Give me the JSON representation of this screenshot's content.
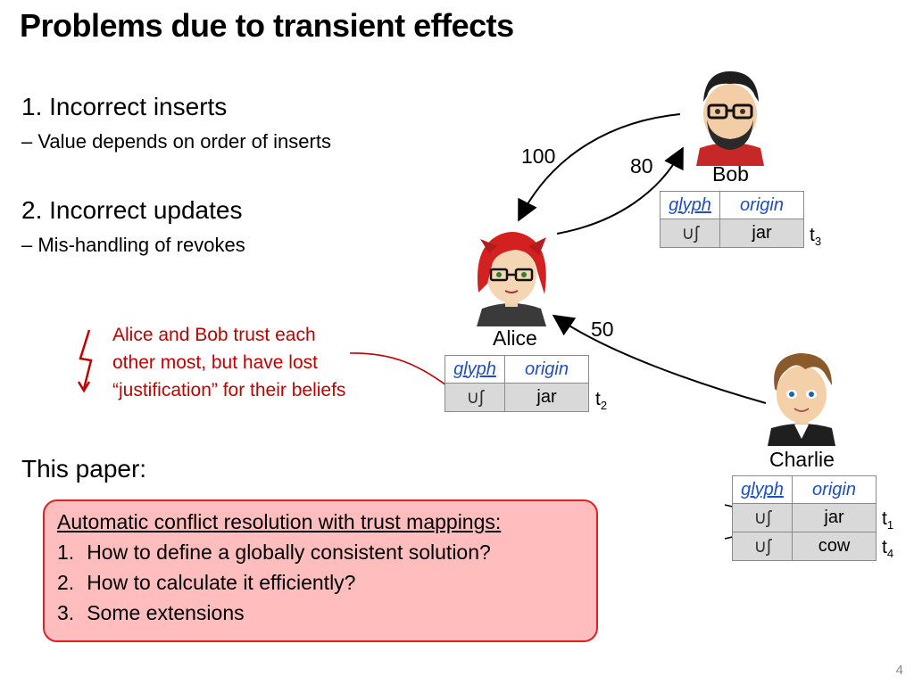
{
  "title": "Problems due to transient effects",
  "problems": [
    {
      "heading": "1. Incorrect inserts",
      "detail": "Value depends on order of inserts"
    },
    {
      "heading": "2. Incorrect updates",
      "detail": "Mis-handling of revokes"
    }
  ],
  "note": {
    "lines": [
      "Alice and Bob trust each",
      "other most, but have lost",
      "“justification” for their beliefs"
    ]
  },
  "edges": {
    "charlie_to_alice": "50",
    "bob_to_alice": "100",
    "alice_to_bob": "80"
  },
  "table_headers": {
    "glyph": "glyph",
    "origin": "origin"
  },
  "users": {
    "bob": {
      "name": "Bob",
      "rows": [
        {
          "glyph": "∪ʃ",
          "origin": "jar",
          "time": "t",
          "time_sub": "3"
        }
      ]
    },
    "alice": {
      "name": "Alice",
      "rows": [
        {
          "glyph": "∪ʃ",
          "origin": "jar",
          "time": "t",
          "time_sub": "2"
        }
      ]
    },
    "charlie": {
      "name": "Charlie",
      "rows": [
        {
          "glyph": "∪ʃ",
          "origin": "jar",
          "time": "t",
          "time_sub": "1",
          "crossed": true
        },
        {
          "glyph": "∪ʃ",
          "origin": "cow",
          "time": "t",
          "time_sub": "4"
        }
      ]
    }
  },
  "this_paper": "This paper:",
  "contribution": {
    "heading": "Automatic conflict resolution with trust mappings:",
    "items": [
      {
        "num": "1.",
        "text": "How to define a globally consistent solution?"
      },
      {
        "num": "2.",
        "text": "How to calculate it efficiently?"
      },
      {
        "num": "3.",
        "text": "Some extensions"
      }
    ]
  },
  "page_number": "4"
}
